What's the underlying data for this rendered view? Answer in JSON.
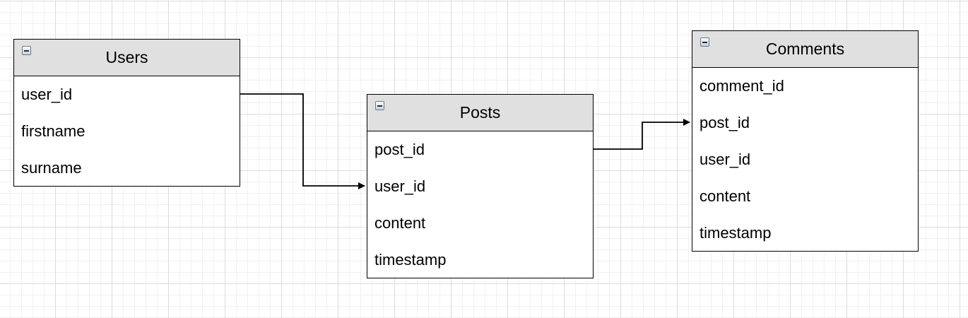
{
  "tables": [
    {
      "id": "users",
      "title": "Users",
      "fields": [
        "user_id",
        "firstname",
        "surname"
      ]
    },
    {
      "id": "posts",
      "title": "Posts",
      "fields": [
        "post_id",
        "user_id",
        "content",
        "timestamp"
      ]
    },
    {
      "id": "comments",
      "title": "Comments",
      "fields": [
        "comment_id",
        "post_id",
        "user_id",
        "content",
        "timestamp"
      ]
    }
  ],
  "relations": [
    {
      "from": "users.user_id",
      "to": "posts.user_id"
    },
    {
      "from": "posts.post_id",
      "to": "comments.post_id"
    }
  ],
  "icons": {
    "collapse": "collapse-minus-icon"
  },
  "colors": {
    "header_fill": "#e0e0e0",
    "border": "#000000",
    "grid": "#dcdcdc"
  }
}
